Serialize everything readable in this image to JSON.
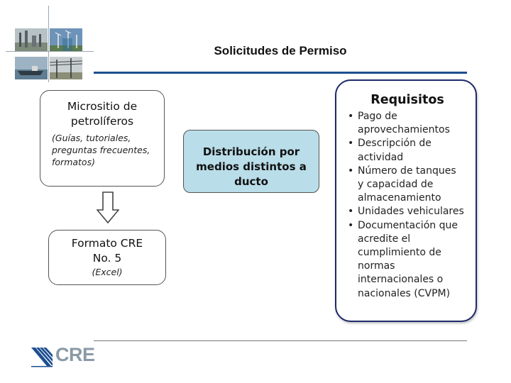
{
  "header": {
    "title": "Solicitudes de Permiso"
  },
  "diagram": {
    "micrositio": {
      "title_bold": "Micrositio",
      "title_rest": " de",
      "title_line2": "petrolíferos",
      "subtitle_lines": [
        "(Guías,  tutoriales,",
        "preguntas  frecuentes,",
        "formatos)"
      ]
    },
    "formato": {
      "line1": "Formato CRE",
      "line2": "No. 5",
      "line3": "(Excel)"
    },
    "distribucion": {
      "lines": [
        "Distribución por",
        "medios distintos a",
        "ducto"
      ],
      "fill": "#b9dde9"
    },
    "requisitos": {
      "title": "Requisitos",
      "items": [
        [
          "Pago de",
          "aprovechamientos"
        ],
        [
          "Descripción de",
          "actividad"
        ],
        [
          "Número de tanques",
          "y capacidad de",
          "almacenamiento"
        ],
        [
          "Unidades vehiculares"
        ],
        [
          "Documentación que",
          "acredite el",
          "cumplimiento de",
          "normas",
          "internacionales o",
          "nacionales (CVPM)"
        ]
      ]
    }
  },
  "footer": {
    "logo_text": "CRE"
  },
  "colors": {
    "accent_rule": "#1d4f91",
    "requisitos_border": "#1d2a6b",
    "logo_gray": "#8a9aa6"
  },
  "icons": {
    "arrow": "down-arrow-icon",
    "logo": "cre-logo-icon"
  }
}
